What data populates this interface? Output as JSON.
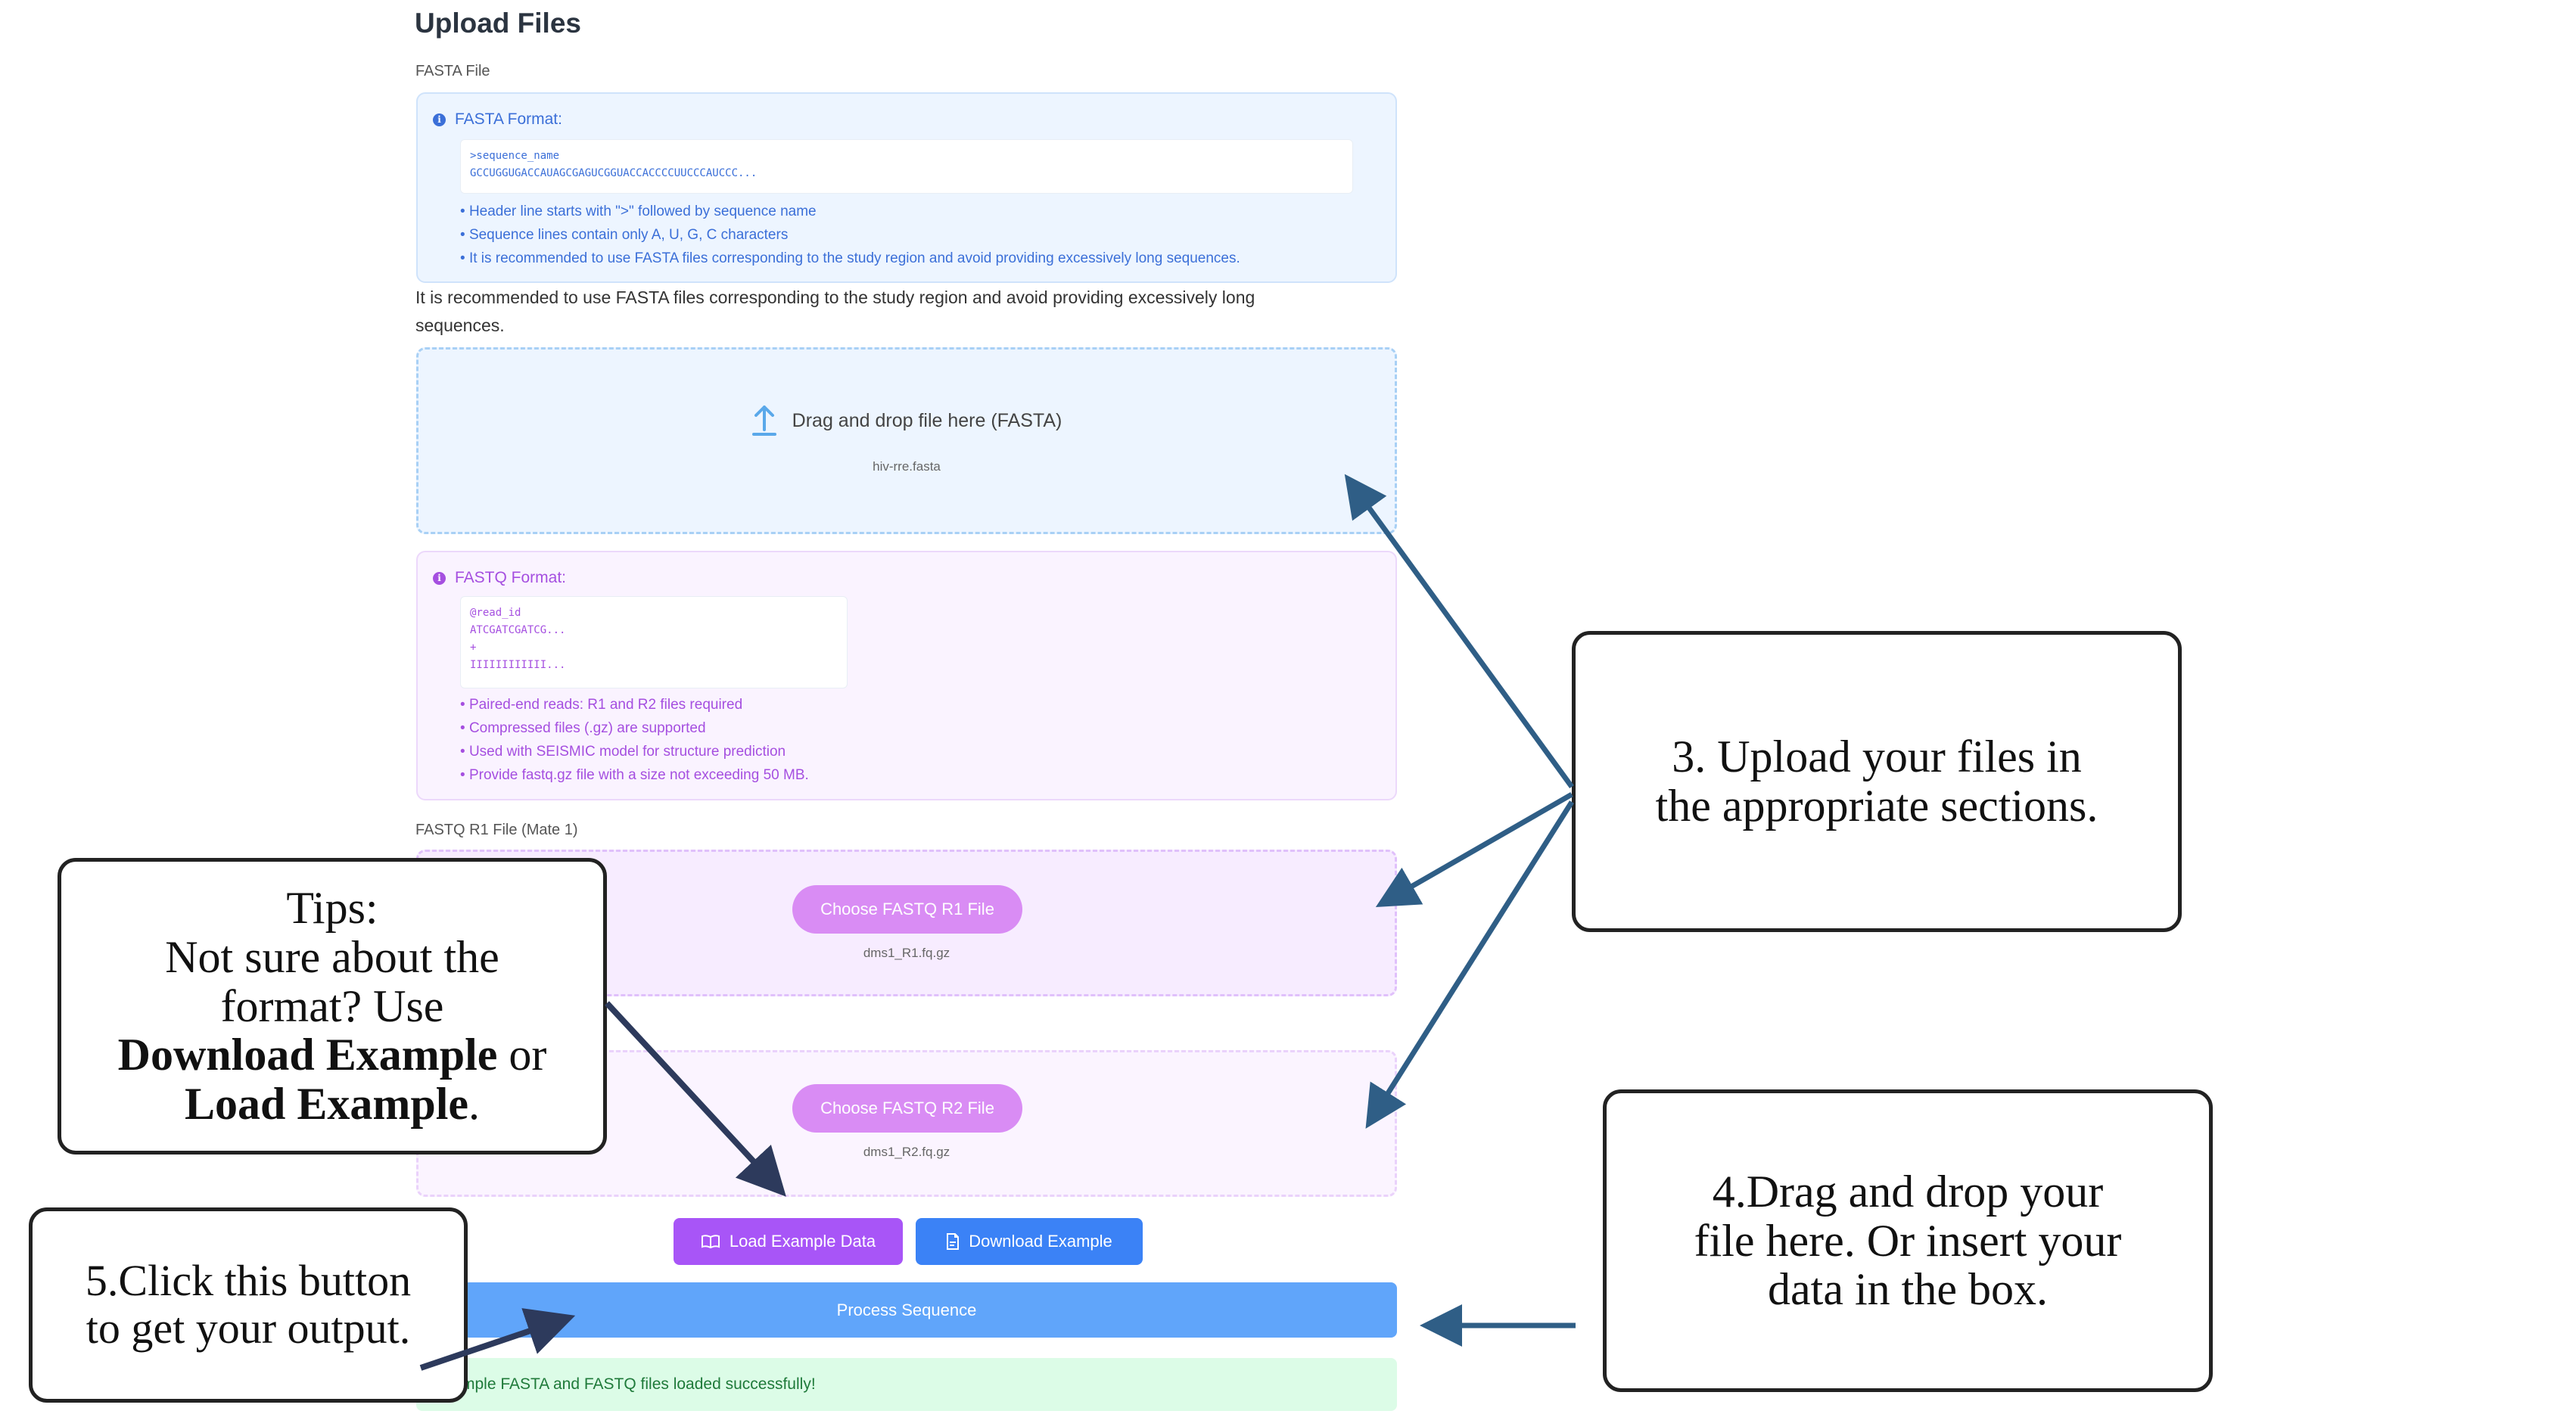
{
  "upload": {
    "title": "Upload Files",
    "fasta_label": "FASTA File",
    "fasta_format": {
      "heading": "FASTA Format:",
      "code": ">sequence_name\nGCCUGGUGACCAUAGCGAGUCGGUACCACCCCUUCCCAUCCC...",
      "bullets": [
        "Header line starts with \">\" followed by sequence name",
        "Sequence lines contain only A, U, G, C characters",
        "It is recommended to use FASTA files corresponding to the study region and avoid providing excessively long sequences."
      ]
    },
    "recommendation": "It is recommended to use FASTA files corresponding to the study region and avoid providing excessively long sequences.",
    "fasta_drop": {
      "label": "Drag and drop file here (FASTA)",
      "filename": "hiv-rre.fasta"
    },
    "fastq_format": {
      "heading": "FASTQ Format:",
      "code": "@read_id\nATCGATCGATCG...\n+\nIIIIIIIIIIII...",
      "bullets": [
        "Paired-end reads: R1 and R2 files required",
        "Compressed files (.gz) are supported",
        "Used with SEISMIC model for structure prediction",
        "Provide fastq.gz file with a size not exceeding 50 MB."
      ]
    },
    "r1_label": "FASTQ R1 File (Mate 1)",
    "r1": {
      "button": "Choose FASTQ R1 File",
      "filename": "dms1_R1.fq.gz"
    },
    "r2": {
      "button": "Choose FASTQ R2 File",
      "filename": "dms1_R2.fq.gz"
    },
    "load_example": "Load Example Data",
    "download_example": "Download Example",
    "process": "Process Sequence",
    "success": "mple FASTA and FASTQ files loaded successfully!"
  },
  "callouts": {
    "upload": [
      "3. Upload your files in",
      "the appropriate sections."
    ],
    "tips": {
      "line1": "Tips:",
      "line2": "Not sure about the",
      "line3": "format? Use",
      "bold1": "Download Example",
      "mid": " or",
      "bold2": "Load Example",
      "end": "."
    },
    "drag": [
      "4.Drag and drop your",
      "file here. Or insert your",
      "data in the box."
    ],
    "click": [
      "5.Click this button",
      "to get your output."
    ]
  },
  "colors": {
    "fasta_accent": "#3b6fd8",
    "fastq_accent": "#a54fe0",
    "load_button": "#a855f7",
    "download_button": "#3b82f6",
    "process_button": "#60a5fa",
    "success_bg": "#dcfce7",
    "arrow": "#2f5e86",
    "dark_arrow": "#2d3a5c"
  },
  "icons": {
    "info": "info-icon",
    "upload": "upload-arrow-icon",
    "load": "book-icon",
    "download": "file-download-icon"
  }
}
